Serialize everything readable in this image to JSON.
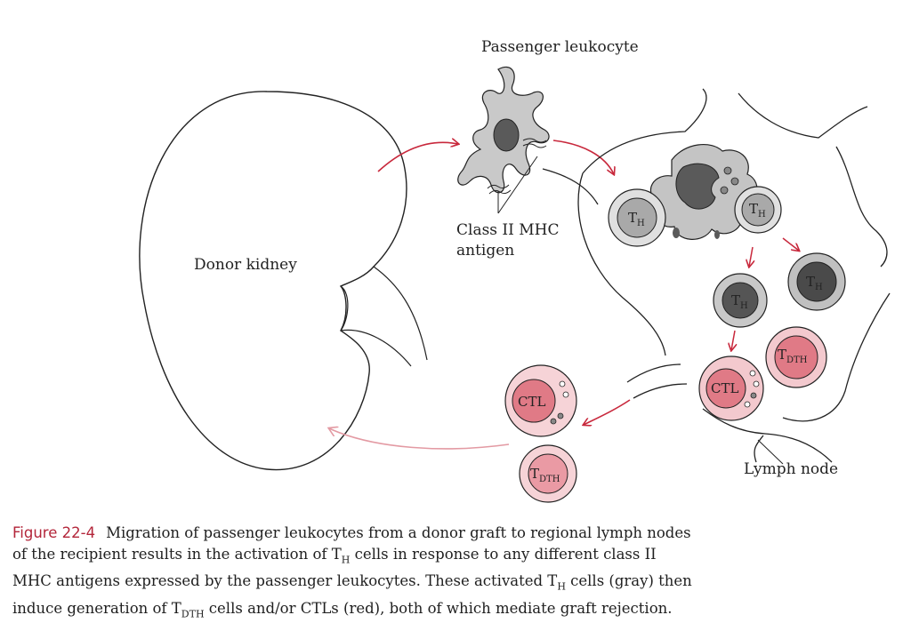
{
  "labels": {
    "passenger_leukocyte": "Passenger leukocyte",
    "class_ii_mhc_line1": "Class II MHC",
    "class_ii_mhc_line2": "antigen",
    "donor_kidney": "Donor kidney",
    "lymph_node": "Lymph node",
    "th_main": "T",
    "th_sub": "H",
    "tdth_main": "T",
    "tdth_sub": "DTH",
    "ctl": "CTL"
  },
  "caption": {
    "figure_label": "Figure 22-4",
    "line1": "Migration of passenger leukocytes from a donor graft to regional lymph nodes",
    "line2_a": "of the recipient results in the activation of T",
    "line2_sub": "H",
    "line2_b": " cells in response to any different class II",
    "line3_a": "MHC antigens expressed by the passenger leukocytes. These activated T",
    "line3_sub": "H",
    "line3_b": " cells (gray) then",
    "line4_a": "induce generation of T",
    "line4_sub": "DTH",
    "line4_b": " cells and/or CTLs (red), both of which mediate graft rejection."
  },
  "colors": {
    "accent_red": "#c8283c",
    "ctl_fill": "#e07a86",
    "th_gray": "#a9a9a9",
    "th_dark": "#4a4a4a"
  }
}
